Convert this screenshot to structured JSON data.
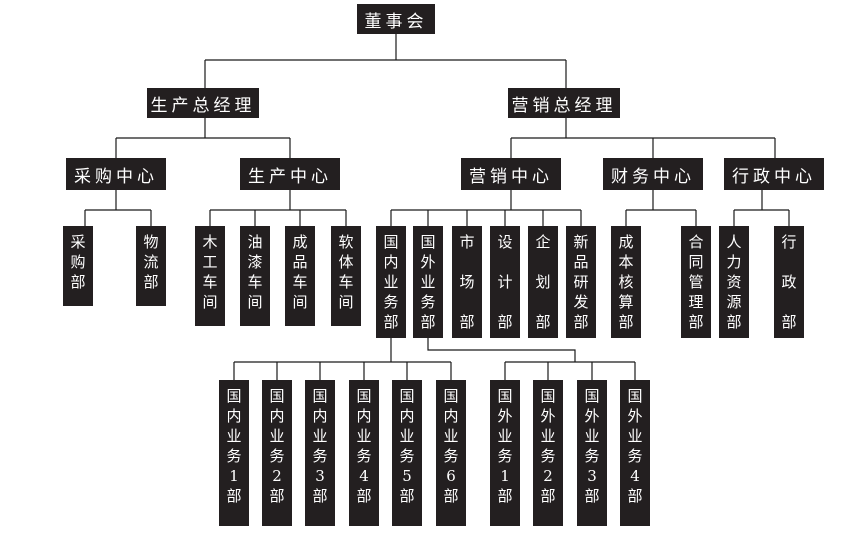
{
  "org_chart": {
    "root": "董事会",
    "level1": [
      {
        "id": "prod_gm",
        "label": "生产总经理"
      },
      {
        "id": "sales_gm",
        "label": "营销总经理"
      }
    ],
    "level2": [
      {
        "id": "purchase",
        "label": "采购中心",
        "parent": "prod_gm"
      },
      {
        "id": "production",
        "label": "生产中心",
        "parent": "prod_gm"
      },
      {
        "id": "marketing",
        "label": "营销中心",
        "parent": "sales_gm"
      },
      {
        "id": "finance",
        "label": "财务中心",
        "parent": "sales_gm"
      },
      {
        "id": "admin",
        "label": "行政中心",
        "parent": "sales_gm"
      }
    ],
    "level3": [
      {
        "id": "cg",
        "label": "采购部",
        "parent": "purchase"
      },
      {
        "id": "wl",
        "label": "物流部",
        "parent": "purchase"
      },
      {
        "id": "mg",
        "label": "木工车间",
        "parent": "production"
      },
      {
        "id": "yq",
        "label": "油漆车间",
        "parent": "production"
      },
      {
        "id": "cp",
        "label": "成品车间",
        "parent": "production"
      },
      {
        "id": "rt",
        "label": "软体车间",
        "parent": "production"
      },
      {
        "id": "gn",
        "label": "国内业务部",
        "parent": "marketing"
      },
      {
        "id": "gw",
        "label": "国外业务部",
        "parent": "marketing"
      },
      {
        "id": "sc",
        "label": "市场部",
        "parent": "marketing"
      },
      {
        "id": "sj",
        "label": "设计部",
        "parent": "marketing"
      },
      {
        "id": "qh",
        "label": "企划部",
        "parent": "marketing"
      },
      {
        "id": "xp",
        "label": "新品研发部",
        "parent": "marketing"
      },
      {
        "id": "cb",
        "label": "成本核算部",
        "parent": "finance"
      },
      {
        "id": "ht",
        "label": "合同管理部",
        "parent": "finance"
      },
      {
        "id": "rl",
        "label": "人力资源部",
        "parent": "admin"
      },
      {
        "id": "xz",
        "label": "行政部",
        "parent": "admin"
      }
    ],
    "level4": [
      {
        "label": "国内业务1部",
        "parent": "gn"
      },
      {
        "label": "国内业务2部",
        "parent": "gn"
      },
      {
        "label": "国内业务3部",
        "parent": "gn"
      },
      {
        "label": "国内业务4部",
        "parent": "gn"
      },
      {
        "label": "国内业务5部",
        "parent": "gn"
      },
      {
        "label": "国内业务6部",
        "parent": "gn"
      },
      {
        "label": "国外业务1部",
        "parent": "gw"
      },
      {
        "label": "国外业务2部",
        "parent": "gw"
      },
      {
        "label": "国外业务3部",
        "parent": "gw"
      },
      {
        "label": "国外业务4部",
        "parent": "gw"
      }
    ]
  }
}
